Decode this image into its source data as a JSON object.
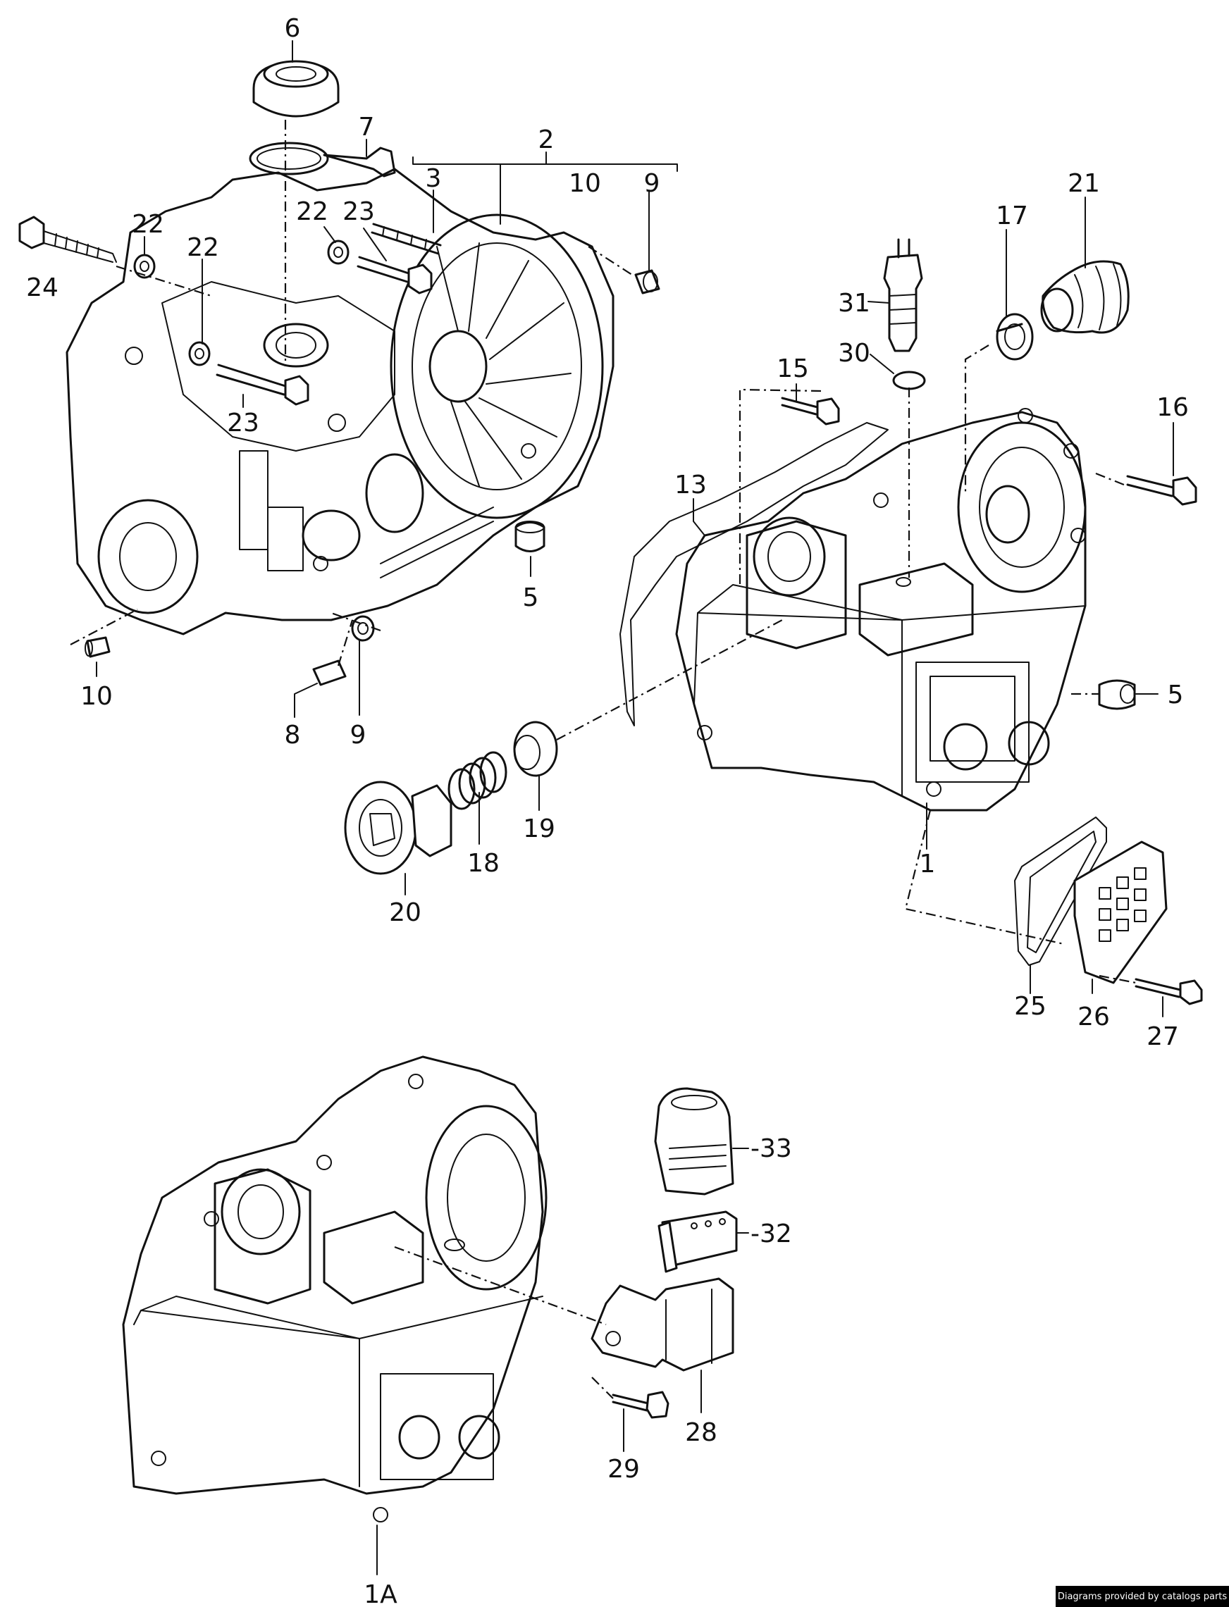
{
  "labels": {
    "p1": "1",
    "p1a": "1A",
    "p2": "2",
    "p3": "3",
    "p5a": "5",
    "p5b": "5",
    "p6": "6",
    "p7": "7",
    "p8": "8",
    "p9a": "9",
    "p9b": "9",
    "p10a": "10",
    "p10b": "10",
    "p13": "13",
    "p15": "15",
    "p16": "16",
    "p17": "17",
    "p18": "18",
    "p19": "19",
    "p20": "20",
    "p21": "21",
    "p22a": "22",
    "p22b": "22",
    "p22c": "22",
    "p23a": "23",
    "p23b": "23",
    "p24": "24",
    "p25": "25",
    "p26": "26",
    "p27": "27",
    "p28": "28",
    "p29": "29",
    "p30": "30",
    "p31": "31",
    "p32": "-32",
    "p33": "-33"
  },
  "credit": "Diagrams provided by catalogs parts"
}
